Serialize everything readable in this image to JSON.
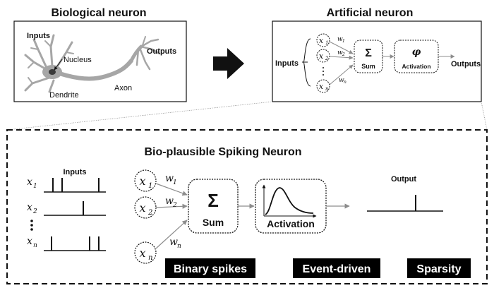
{
  "biological": {
    "title": "Biological neuron",
    "label_inputs": "Inputs",
    "label_nucleus": "Nucleus",
    "label_outputs": "Outputs",
    "label_dendrite": "Dendrite",
    "label_axon": "Axon"
  },
  "artificial": {
    "title": "Artificial neuron",
    "label_inputs": "Inputs",
    "label_outputs": "Outputs",
    "x1": "x",
    "x1_sub": "1",
    "x2": "x",
    "x2_sub": "2",
    "xn": "x",
    "xn_sub": "n",
    "w1": "w",
    "w1_sub": "1",
    "w2": "w",
    "w2_sub": "2",
    "wn": "w",
    "wn_sub": "n",
    "sum_symbol": "Σ",
    "sum_label": "Sum",
    "act_symbol": "φ",
    "act_label": "Activation"
  },
  "spiking": {
    "title": "Bio-plausible Spiking Neuron",
    "inputs_label": "Inputs",
    "output_label": "Output",
    "x1": "x",
    "x1_sub": "1",
    "x2": "x",
    "x2_sub": "2",
    "xn": "x",
    "xn_sub": "n",
    "w1": "w",
    "w1_sub": "1",
    "w2": "w",
    "w2_sub": "2",
    "wn": "w",
    "wn_sub": "n",
    "sum_symbol": "Σ",
    "sum_label": "Sum",
    "act_label": "Activation",
    "badges": [
      "Binary spikes",
      "Event-driven",
      "Sparsity"
    ]
  },
  "colors": {
    "ink": "#111111",
    "neuron_body": "#a6a6a6",
    "nucleus": "#3a3a3a",
    "arrow_gray": "#8c8c8c",
    "badge_bg": "#000000",
    "badge_text": "#ffffff"
  },
  "icons": [
    "neuron-illustration",
    "right-arrow-icon",
    "summation-symbol",
    "activation-curve-icon"
  ]
}
